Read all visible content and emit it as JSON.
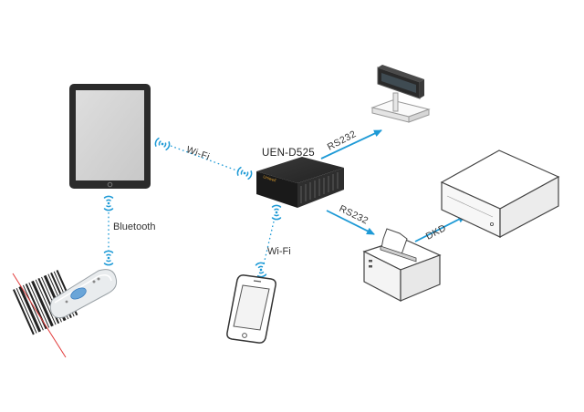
{
  "labels": {
    "hub": "UEN-D525",
    "hub_brand": "Uniwell",
    "tablet_link": "Wi-Fi",
    "phone_link": "Wi-Fi",
    "scanner_link": "Bluetooth",
    "display_link": "RS232",
    "printer_link": "RS232",
    "drawer_link": "DKD"
  },
  "colors": {
    "accent": "#1e9ad6",
    "device_dark": "#2b2b2b",
    "outline": "#444444",
    "barcode_line": "#e23a3a"
  },
  "icons": [
    "tablet-device",
    "smartphone-device",
    "barcode-scanner",
    "hub-box",
    "customer-display",
    "receipt-printer",
    "cash-drawer",
    "wireless-signal"
  ]
}
